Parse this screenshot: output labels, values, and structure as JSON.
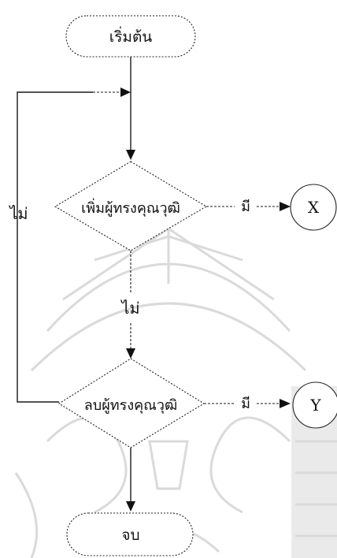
{
  "diagram": {
    "start_label": "เริ่มต้น",
    "decision_add_label": "เพิ่มผู้ทรงคุณวุฒิ",
    "decision_delete_label": "ลบผู้ทรงคุณวุฒิ",
    "end_label": "จบ",
    "connector_x_label": "X",
    "connector_y_label": "Y",
    "yes_label_add": "มี",
    "yes_label_delete": "มี",
    "no_label_add": "ไม่",
    "no_label_loop": "ไม่"
  }
}
